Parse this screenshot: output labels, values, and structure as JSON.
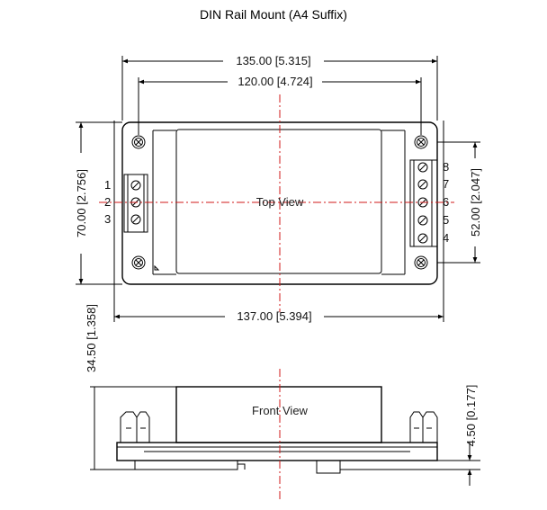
{
  "title": "DIN Rail Mount (A4 Suffix)",
  "views": {
    "top": "Top View",
    "front": "Front View"
  },
  "dimensions": {
    "overall_width": "135.00 [5.315]",
    "hole_spacing": "120.00 [4.724]",
    "rail_width": "137.00 [5.394]",
    "height": "70.00 [2.756]",
    "terminal_span": "52.00 [2.047]",
    "depth": "34.50 [1.358]",
    "clip": "4.50 [0.177]"
  },
  "left_terminals": [
    "1",
    "2",
    "3"
  ],
  "right_terminals": [
    "8",
    "7",
    "6",
    "5",
    "4"
  ],
  "colors": {
    "centerline": "#d01818",
    "lines": "#000000"
  }
}
